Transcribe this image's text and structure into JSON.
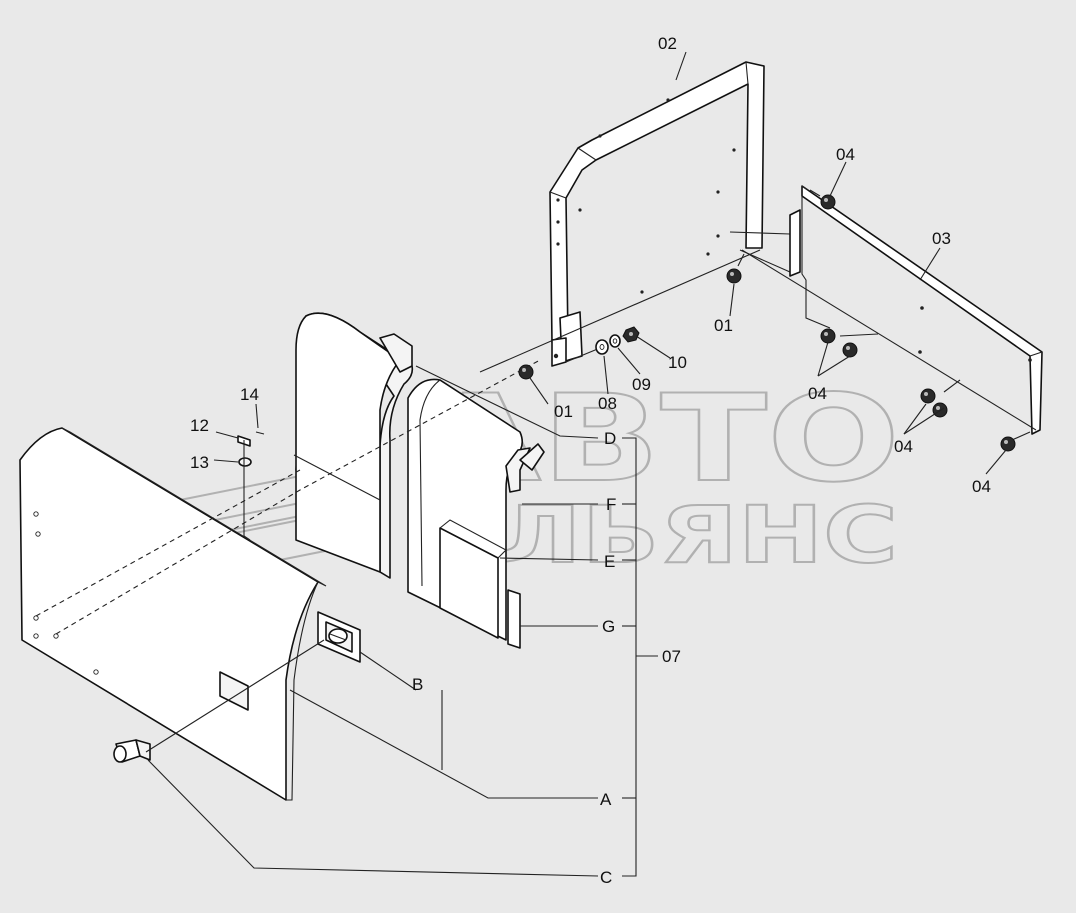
{
  "watermark": {
    "line1": "АВТО",
    "line2": "АЛЬЯНС"
  },
  "labels": {
    "p01a": "01",
    "p01b": "01",
    "p02": "02",
    "p03": "03",
    "p04a": "04",
    "p04b": "04",
    "p04c": "04",
    "p04d": "04",
    "p07": "07",
    "p08": "08",
    "p09": "09",
    "p10": "10",
    "p12": "12",
    "p13": "13",
    "p14": "14",
    "A": "A",
    "B": "B",
    "C": "C",
    "D": "D",
    "E": "E",
    "F": "F",
    "G": "G"
  }
}
